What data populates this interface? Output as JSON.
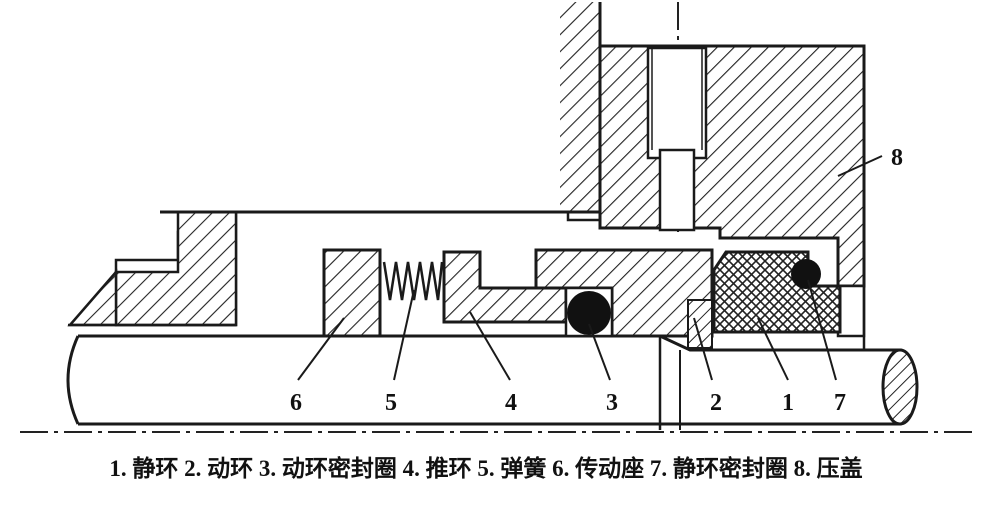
{
  "part_numbers": {
    "p1": "1",
    "p2": "2",
    "p3": "3",
    "p4": "4",
    "p5": "5",
    "p6": "6",
    "p7": "7",
    "p8": "8"
  },
  "caption": "1. 静环 2. 动环 3. 动环密封圈 4. 推环 5. 弹簧 6. 传动座 7. 静环密封圈 8. 压盖",
  "colors": {
    "line": "#1a1a1a",
    "background": "#ffffff"
  }
}
